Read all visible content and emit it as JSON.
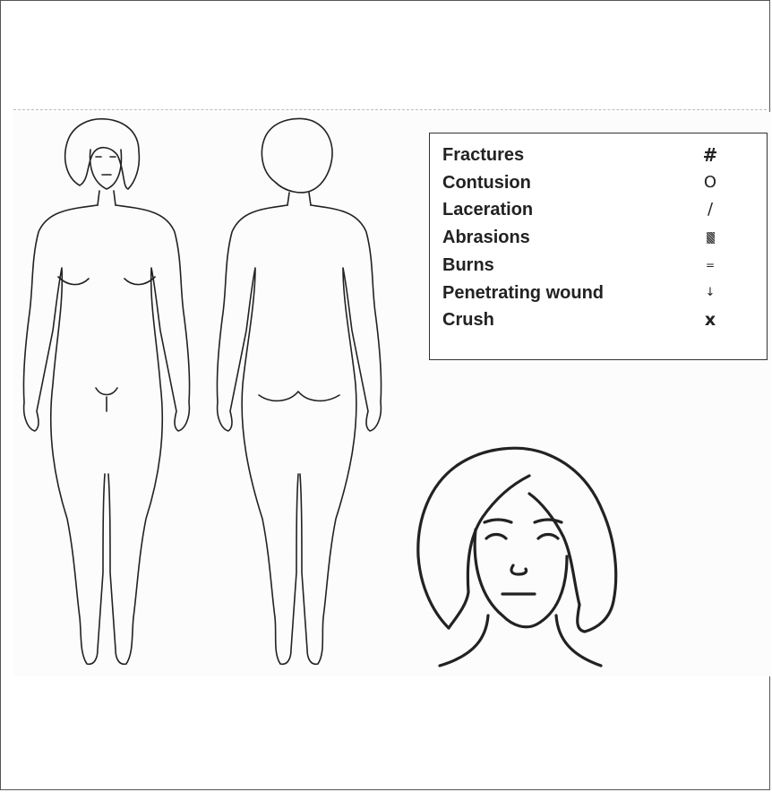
{
  "legend": {
    "items": [
      {
        "label": "Fractures",
        "symbol": "#"
      },
      {
        "label": "Contusion",
        "symbol": "O"
      },
      {
        "label": "Laceration",
        "symbol": "/"
      },
      {
        "label": "Abrasions",
        "symbol": ""
      },
      {
        "label": "Burns",
        "symbol": "="
      },
      {
        "label": "Penetrating wound",
        "symbol": "↓"
      },
      {
        "label": "Crush",
        "symbol": "x"
      }
    ]
  },
  "icons": {
    "abrasion": "abrasion-hatch-icon"
  },
  "colors": {
    "line": "#222222",
    "paper": "#ffffff"
  }
}
